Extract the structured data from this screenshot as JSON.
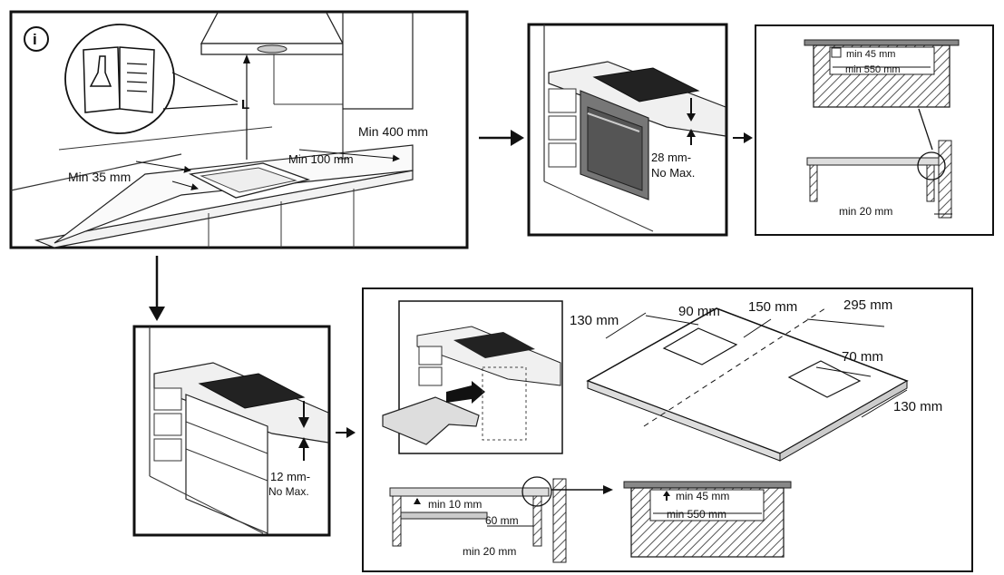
{
  "panel_main": {
    "info_symbol": "i",
    "height_marker": "L",
    "min_400": "Min 400 mm",
    "min_100": "Min 100 mm",
    "min_35": "Min 35 mm"
  },
  "panel_oven": {
    "thickness_top": "28 mm-",
    "thickness_bottom": "No Max."
  },
  "panel_oven_detail": {
    "min_45": "min 45 mm",
    "min_550": "min 550 mm",
    "min_20": "min 20 mm"
  },
  "panel_drawer": {
    "thickness_top": "12 mm-",
    "thickness_bottom": "No Max."
  },
  "panel_cutout": {
    "d_130_left": "130 mm",
    "d_90": "90 mm",
    "d_150": "150 mm",
    "d_295": "295 mm",
    "d_70": "70 mm",
    "d_130_right": "130 mm",
    "min_10": "min 10 mm",
    "d_60": "60 mm",
    "min_20": "min 20 mm",
    "min_45": "min 45 mm",
    "min_550": "min 550 mm"
  }
}
